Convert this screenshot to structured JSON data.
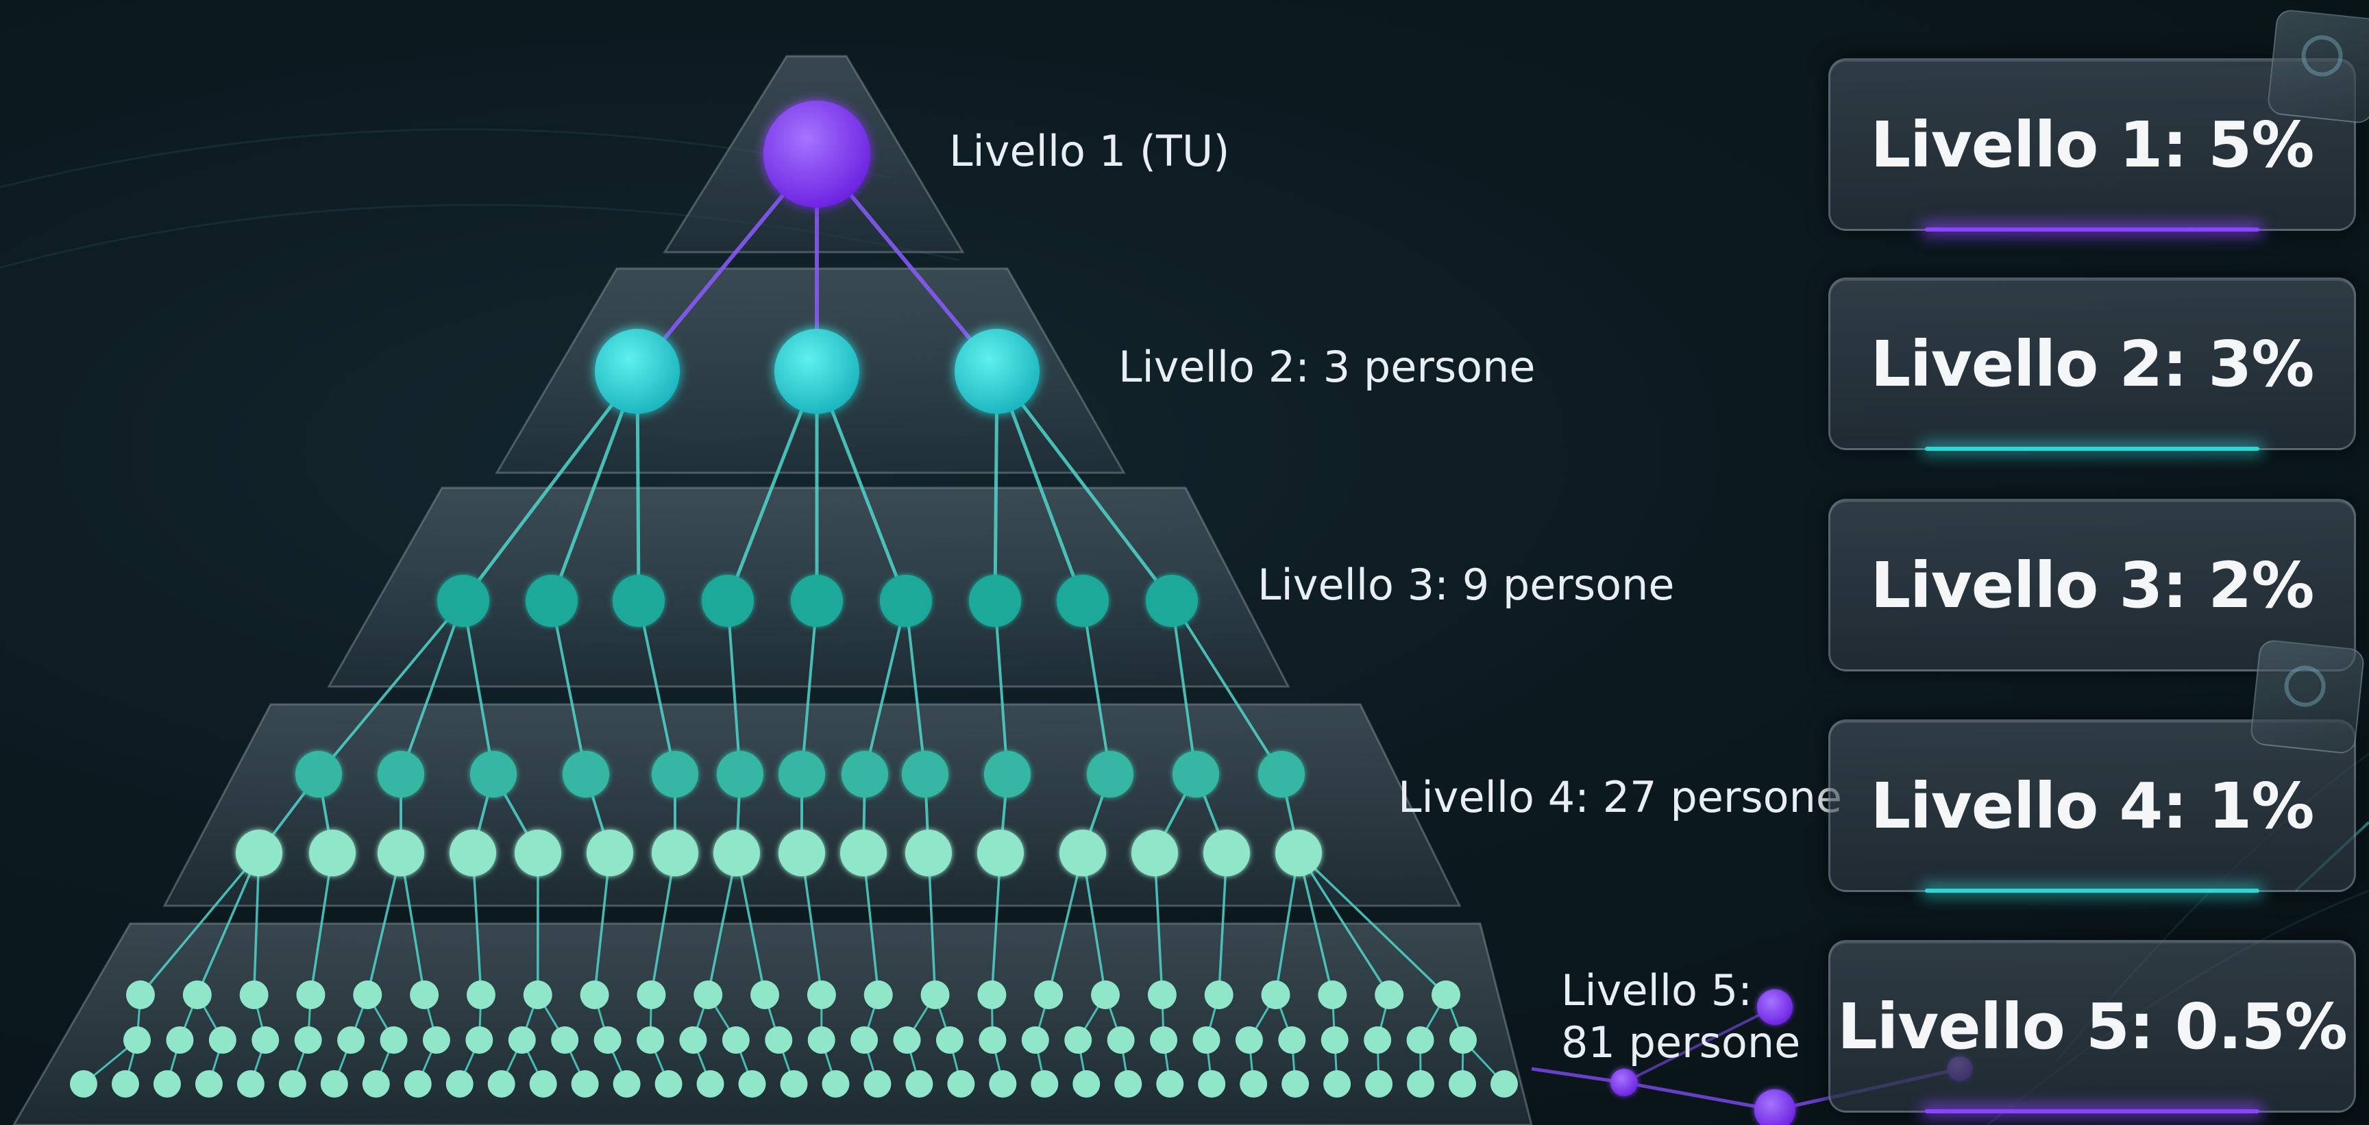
{
  "levels": [
    {
      "label": "Livello 1 (TU)",
      "commission": "Livello 1: 5%",
      "count": 1
    },
    {
      "label": "Livello 2: 3 persone",
      "commission": "Livello 2: 3%",
      "count": 3
    },
    {
      "label": "Livello 3: 9 persone",
      "commission": "Livello 3: 2%",
      "count": 9
    },
    {
      "label": "Livello 4: 27 persone",
      "commission": "Livello 4: 1%",
      "count": 27
    },
    {
      "label_line1": "Livello 5:",
      "label_line2": "81 persone",
      "commission": "Livello 5: 0.5%",
      "count": 81
    }
  ],
  "colors": {
    "top_node": "#7b2ff0",
    "level2_node": "#25c7cf",
    "level3_node": "#1fa99a",
    "level4_node": "#36b7a4",
    "level5_node": "#8fe6c8",
    "link_purple": "#8a5cff",
    "link_teal": "#4fd6cc"
  },
  "icons": [
    "network-node-icon",
    "corner-logo-icon"
  ]
}
